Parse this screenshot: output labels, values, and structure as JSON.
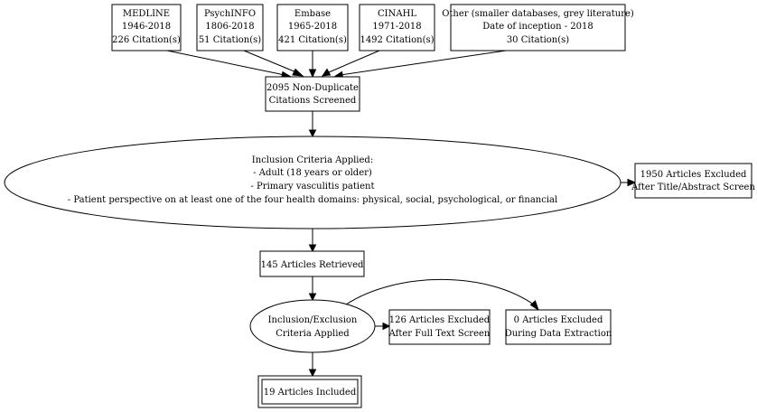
{
  "sources": [
    {
      "lines": [
        "MEDLINE",
        "1946-2018",
        "226 Citation(s)"
      ]
    },
    {
      "lines": [
        "PsychINFO",
        "1806-2018",
        "51 Citation(s)"
      ]
    },
    {
      "lines": [
        "Embase",
        "1965-2018",
        "421 Citation(s)"
      ]
    },
    {
      "lines": [
        "CINAHL",
        "1971-2018",
        "1492 Citation(s)"
      ]
    },
    {
      "lines": [
        "Other (smaller databases, grey literature)",
        "Date of inception - 2018",
        "30 Citation(s)"
      ]
    }
  ],
  "screened": {
    "lines": [
      "2095 Non-Duplicate",
      "Citations Screened"
    ]
  },
  "inclusion": {
    "lines": [
      "Inclusion Criteria Applied:",
      "- Adult (18 years or older)",
      "- Primary vasculitis patient",
      "- Patient perspective on at least one of the four health domains: physical, social, psychological, or financial"
    ]
  },
  "excluded_title": {
    "lines": [
      "1950 Articles Excluded",
      "After Title/Abstract Screen"
    ]
  },
  "retrieved": {
    "lines": [
      "145 Articles Retrieved"
    ]
  },
  "incl_excl": {
    "lines": [
      "Inclusion/Exclusion",
      "Criteria Applied"
    ]
  },
  "excluded_fulltext": {
    "lines": [
      "126 Articles Excluded",
      "After Full Text Screen"
    ]
  },
  "excluded_extraction": {
    "lines": [
      "0 Articles Excluded",
      "During Data Extraction"
    ]
  },
  "included": {
    "lines": [
      "19 Articles Included"
    ]
  }
}
